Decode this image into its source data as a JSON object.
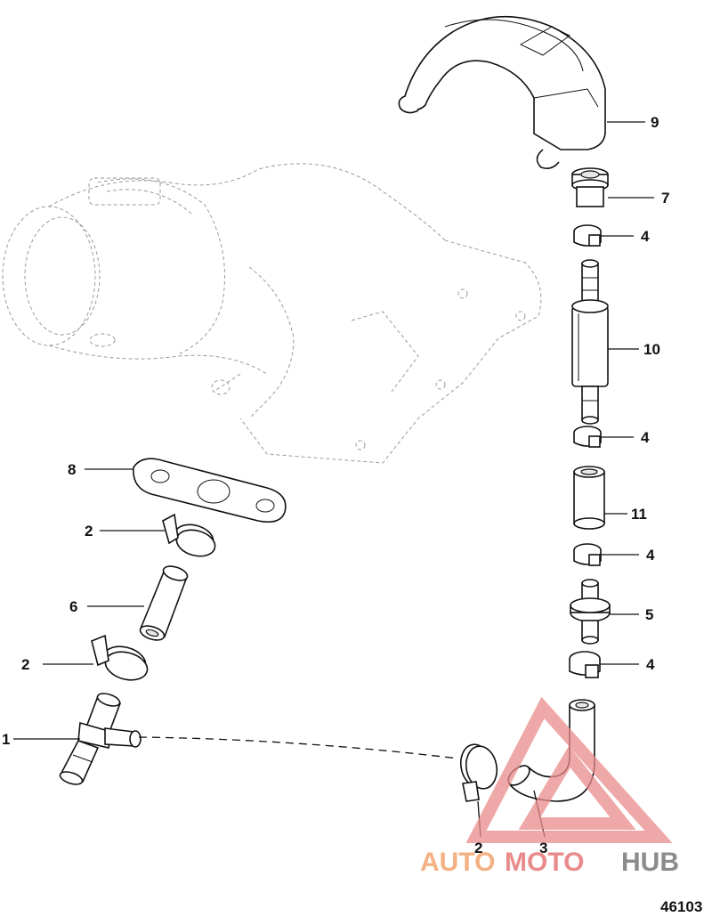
{
  "callouts": {
    "c1": "1",
    "c2a": "2",
    "c2b": "2",
    "c2c": "2",
    "c3": "3",
    "c4a": "4",
    "c4b": "4",
    "c4c": "4",
    "c4d": "4",
    "c5": "5",
    "c6": "6",
    "c7": "7",
    "c8": "8",
    "c9": "9",
    "c10": "10",
    "c11": "11"
  },
  "figure_number": "46103",
  "watermark": {
    "word_a": "AUTO",
    "word_b": "MOTO",
    "word_c": "HUB",
    "color_a": "#f4b183",
    "color_b": "#e98b8b",
    "color_c": "#8c8c8c"
  }
}
